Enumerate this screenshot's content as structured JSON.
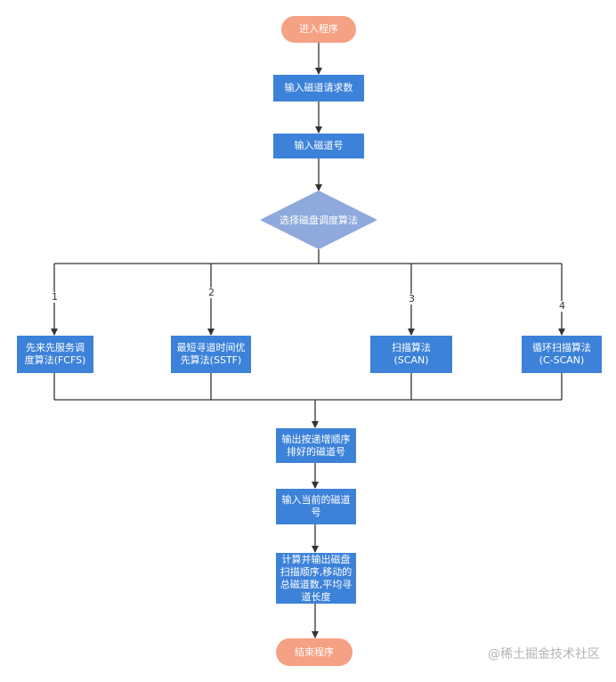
{
  "nodes": {
    "start": "进入程序",
    "input_count": "输入磁道请求数",
    "input_tracks": "输入磁道号",
    "choose": "选择磁盘调度算法",
    "fcfs": "先来先服务调度算法(FCFS)",
    "sstf": "最短寻道时间优先算法(SSTF)",
    "scan": "扫描算法(SCAN)",
    "cscan": "循环扫描算法(C-SCAN)",
    "output_sorted": "输出按递增顺序排好的磁道号",
    "input_current": "输入当前的磁道号",
    "compute": "计算并输出磁盘扫描顺序,移动的总磁道数,平均寻道长度",
    "end": "结束程序"
  },
  "branch_labels": [
    "1",
    "2",
    "3",
    "4"
  ],
  "watermark": "@稀土掘金技术社区",
  "colors": {
    "process": "#3d82d9",
    "decision": "#8eaadc",
    "terminal": "#f5a183",
    "line": "#333333"
  }
}
